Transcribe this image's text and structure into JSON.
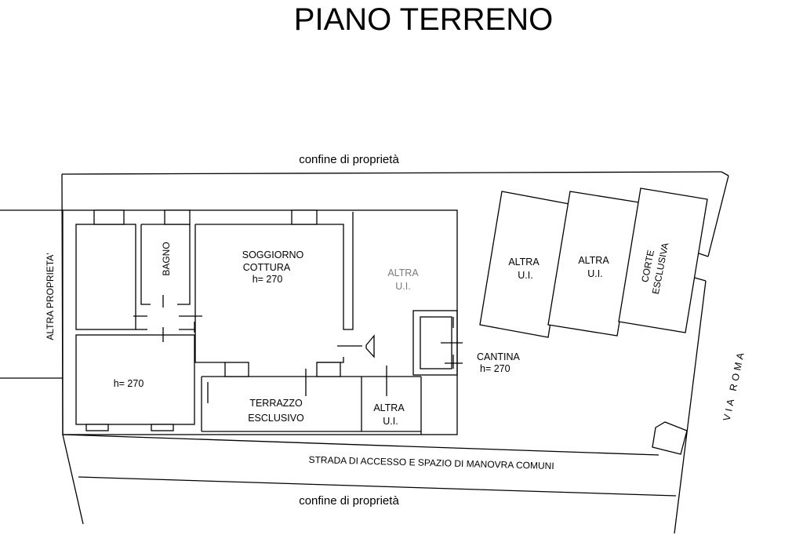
{
  "title": "PIANO TERRENO",
  "labels": {
    "confine_top": "confine di proprietà",
    "confine_bottom": "confine di proprietà",
    "altra_proprieta": "ALTRA PROPRIETA'",
    "bagno": "BAGNO",
    "soggiorno_1": "SOGGIORNO",
    "soggiorno_2": "COTTURA",
    "soggiorno_h": "h= 270",
    "altra_ui_gray_1": "ALTRA",
    "altra_ui_gray_2": "U.I.",
    "camera_h": "h= 270",
    "terrazzo_1": "TERRAZZO",
    "terrazzo_2": "ESCLUSIVO",
    "altra_ui_bottom_1": "ALTRA",
    "altra_ui_bottom_2": "U.I.",
    "cantina": "CANTINA",
    "cantina_h": "h= 270",
    "altra_ui_r1_1": "ALTRA",
    "altra_ui_r1_2": "U.I.",
    "altra_ui_r2_1": "ALTRA",
    "altra_ui_r2_2": "U.I.",
    "corte_1": "CORTE",
    "corte_2": "ESCLUSIVA",
    "via_roma": "VIA ROMA",
    "strada": "STRADA DI ACCESSO E SPAZIO DI MANOVRA COMUNI"
  }
}
